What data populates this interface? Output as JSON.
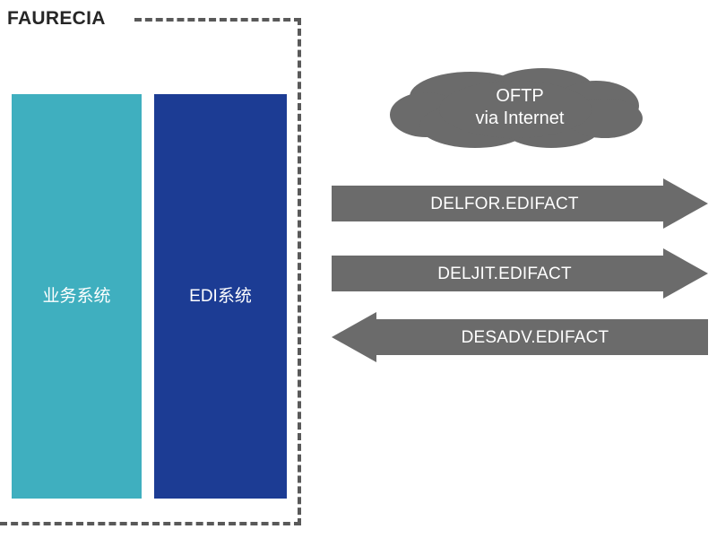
{
  "diagram": {
    "company_title": "FAURECIA",
    "boundary": {
      "name": "faurecia-dashed-boundary",
      "style": "dashed",
      "color": "#595959"
    },
    "systems": [
      {
        "id": "business-system",
        "label": "业务系统",
        "color": "#3FAFBF"
      },
      {
        "id": "edi-system",
        "label": "EDI系统",
        "color": "#1C3C94"
      }
    ],
    "cloud": {
      "line1": "OFTP",
      "line2": "via Internet",
      "color": "#6B6B6B"
    },
    "flows": [
      {
        "id": "delfor",
        "label": "DELFOR.EDIFACT",
        "direction": "right",
        "color": "#6B6B6B"
      },
      {
        "id": "deljit",
        "label": "DELJIT.EDIFACT",
        "direction": "right",
        "color": "#6B6B6B"
      },
      {
        "id": "desadv",
        "label": "DESADV.EDIFACT",
        "direction": "left",
        "color": "#6B6B6B"
      }
    ]
  }
}
